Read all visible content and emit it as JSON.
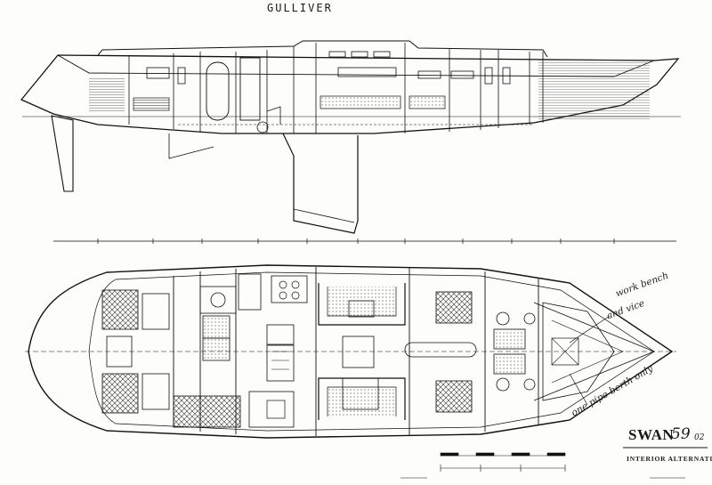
{
  "drawing": {
    "title": "GULLIVER",
    "brand": "SWAN",
    "model": "59",
    "variant": "02",
    "subtitle": "INTERIOR ALTERNATIVES",
    "annotations": {
      "work_bench_line1": "work bench",
      "work_bench_line2": "and vice",
      "pipe_berth": "one pipe berth only"
    }
  }
}
